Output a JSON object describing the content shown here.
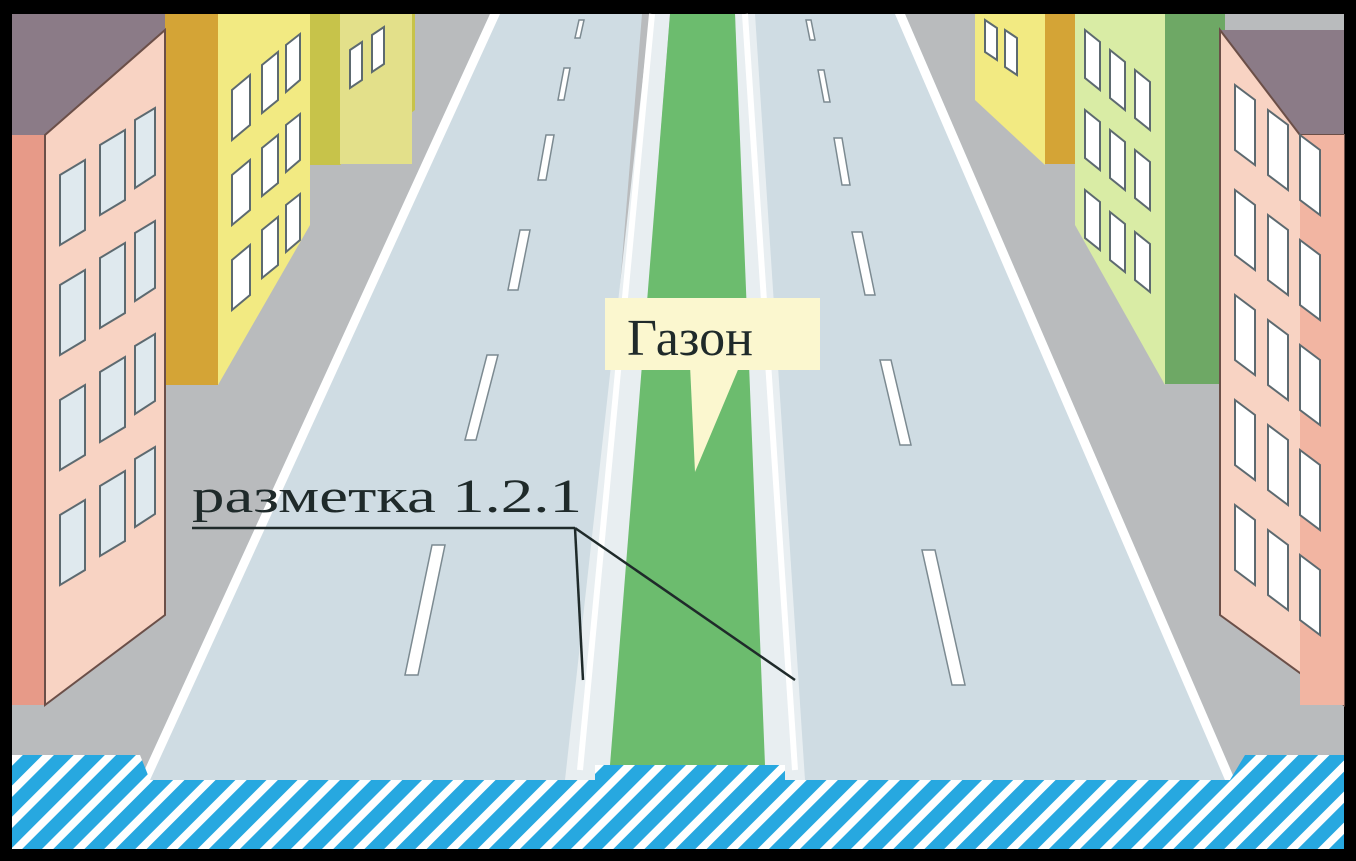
{
  "labels": {
    "lawn": "Газон",
    "marking": "разметка 1.2.1"
  },
  "colors": {
    "frame": "#000000",
    "sidewalk": "#b9bbbd",
    "road": "#cfdce3",
    "median_grass": "#6cbc6e",
    "lane_line": "#ffffff",
    "callout_bg": "#fbf7cf",
    "water_stripe": "#27a8e0",
    "building_pink_front": "#f8d3c3",
    "building_pink_side": "#e79a88",
    "building_yellow": "#f2ea82",
    "building_ochre": "#d4a436",
    "building_green_light": "#d9eca5",
    "building_green_dark": "#6ea865",
    "roof": "#8b7b87"
  },
  "icons": {
    "callout": "speech-bubble",
    "leader_lines": "pointer-lines"
  }
}
